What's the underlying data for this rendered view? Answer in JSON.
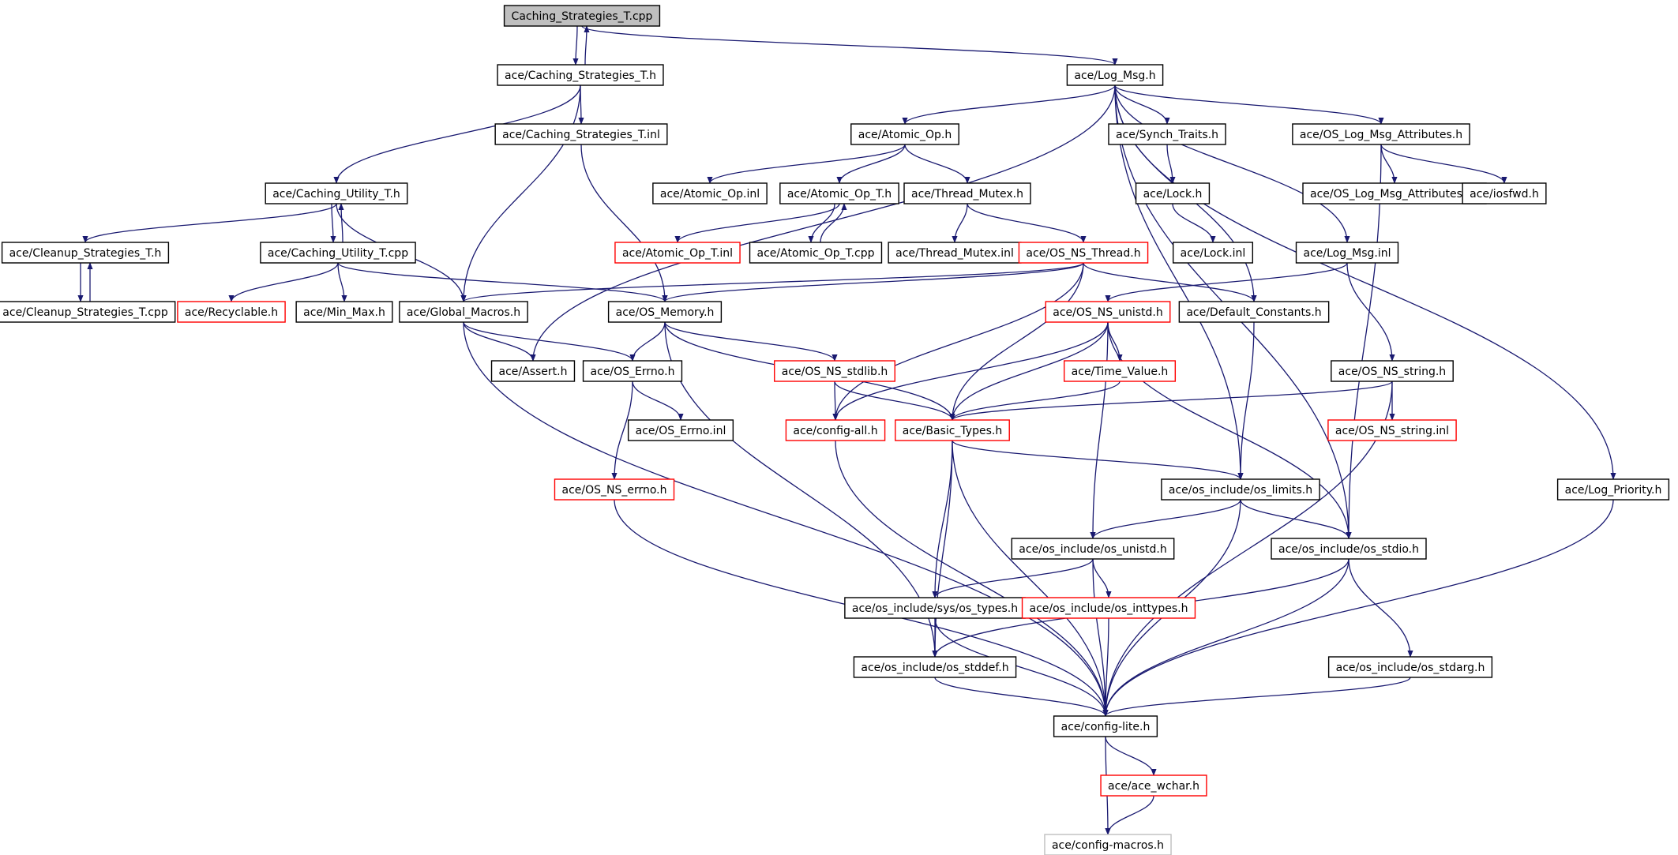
{
  "colors": {
    "edge": "#191970",
    "border_normal": "#000000",
    "border_truncated": "#ff0000",
    "border_leaf": "#bfbfbf",
    "fill_root": "#bfbfbf",
    "fill_normal": "#ffffff"
  },
  "nodes": [
    {
      "id": "n0",
      "label": "Caching_Strategies_T.cpp",
      "kind": "root"
    },
    {
      "id": "n1",
      "label": "ace/Caching_Strategies_T.h",
      "kind": "normal"
    },
    {
      "id": "n2",
      "label": "ace/Log_Msg.h",
      "kind": "normal"
    },
    {
      "id": "n3",
      "label": "ace/Caching_Strategies_T.inl",
      "kind": "normal"
    },
    {
      "id": "n4",
      "label": "ace/Atomic_Op.h",
      "kind": "normal"
    },
    {
      "id": "n5",
      "label": "ace/Synch_Traits.h",
      "kind": "normal"
    },
    {
      "id": "n6",
      "label": "ace/OS_Log_Msg_Attributes.h",
      "kind": "normal"
    },
    {
      "id": "n7",
      "label": "ace/Caching_Utility_T.h",
      "kind": "normal"
    },
    {
      "id": "n8",
      "label": "ace/Atomic_Op.inl",
      "kind": "normal"
    },
    {
      "id": "n9",
      "label": "ace/Atomic_Op_T.h",
      "kind": "normal"
    },
    {
      "id": "n10",
      "label": "ace/Thread_Mutex.h",
      "kind": "normal"
    },
    {
      "id": "n11",
      "label": "ace/Lock.h",
      "kind": "normal"
    },
    {
      "id": "n12",
      "label": "ace/OS_Log_Msg_Attributes.inl",
      "kind": "normal"
    },
    {
      "id": "n13",
      "label": "ace/iosfwd.h",
      "kind": "normal"
    },
    {
      "id": "n14",
      "label": "ace/Cleanup_Strategies_T.h",
      "kind": "normal"
    },
    {
      "id": "n15",
      "label": "ace/Caching_Utility_T.cpp",
      "kind": "normal"
    },
    {
      "id": "n16",
      "label": "ace/Atomic_Op_T.inl",
      "kind": "truncated"
    },
    {
      "id": "n17",
      "label": "ace/Atomic_Op_T.cpp",
      "kind": "normal"
    },
    {
      "id": "n18",
      "label": "ace/Thread_Mutex.inl",
      "kind": "normal"
    },
    {
      "id": "n19",
      "label": "ace/OS_NS_Thread.h",
      "kind": "truncated"
    },
    {
      "id": "n20",
      "label": "ace/Lock.inl",
      "kind": "normal"
    },
    {
      "id": "n21",
      "label": "ace/Log_Msg.inl",
      "kind": "normal"
    },
    {
      "id": "n22",
      "label": "ace/Cleanup_Strategies_T.cpp",
      "kind": "normal"
    },
    {
      "id": "n23",
      "label": "ace/Recyclable.h",
      "kind": "truncated"
    },
    {
      "id": "n24",
      "label": "ace/Min_Max.h",
      "kind": "normal"
    },
    {
      "id": "n25",
      "label": "ace/Global_Macros.h",
      "kind": "normal"
    },
    {
      "id": "n26",
      "label": "ace/OS_Memory.h",
      "kind": "normal"
    },
    {
      "id": "n27",
      "label": "ace/OS_NS_unistd.h",
      "kind": "truncated"
    },
    {
      "id": "n28",
      "label": "ace/Default_Constants.h",
      "kind": "normal"
    },
    {
      "id": "n29",
      "label": "ace/Assert.h",
      "kind": "normal"
    },
    {
      "id": "n30",
      "label": "ace/OS_Errno.h",
      "kind": "normal"
    },
    {
      "id": "n31",
      "label": "ace/OS_NS_stdlib.h",
      "kind": "truncated"
    },
    {
      "id": "n32",
      "label": "ace/Time_Value.h",
      "kind": "truncated"
    },
    {
      "id": "n33",
      "label": "ace/OS_NS_string.h",
      "kind": "normal"
    },
    {
      "id": "n34",
      "label": "ace/OS_Errno.inl",
      "kind": "normal"
    },
    {
      "id": "n35",
      "label": "ace/config-all.h",
      "kind": "truncated"
    },
    {
      "id": "n36",
      "label": "ace/Basic_Types.h",
      "kind": "truncated"
    },
    {
      "id": "n37",
      "label": "ace/OS_NS_string.inl",
      "kind": "truncated"
    },
    {
      "id": "n38",
      "label": "ace/OS_NS_errno.h",
      "kind": "truncated"
    },
    {
      "id": "n39",
      "label": "ace/os_include/os_limits.h",
      "kind": "normal"
    },
    {
      "id": "n40",
      "label": "ace/Log_Priority.h",
      "kind": "normal"
    },
    {
      "id": "n41",
      "label": "ace/os_include/os_unistd.h",
      "kind": "normal"
    },
    {
      "id": "n42",
      "label": "ace/os_include/os_stdio.h",
      "kind": "normal"
    },
    {
      "id": "n43",
      "label": "ace/os_include/sys/os_types.h",
      "kind": "normal"
    },
    {
      "id": "n44",
      "label": "ace/os_include/os_inttypes.h",
      "kind": "truncated"
    },
    {
      "id": "n45",
      "label": "ace/os_include/os_stddef.h",
      "kind": "normal"
    },
    {
      "id": "n46",
      "label": "ace/os_include/os_stdarg.h",
      "kind": "normal"
    },
    {
      "id": "n47",
      "label": "ace/config-lite.h",
      "kind": "normal"
    },
    {
      "id": "n48",
      "label": "ace/ace_wchar.h",
      "kind": "truncated"
    },
    {
      "id": "n49",
      "label": "ace/config-macros.h",
      "kind": "leaf"
    }
  ],
  "edges": [
    [
      "n0",
      "n1"
    ],
    [
      "n1",
      "n0"
    ],
    [
      "n0",
      "n2"
    ],
    [
      "n1",
      "n3"
    ],
    [
      "n1",
      "n7"
    ],
    [
      "n1",
      "n25"
    ],
    [
      "n2",
      "n4"
    ],
    [
      "n2",
      "n5"
    ],
    [
      "n2",
      "n6"
    ],
    [
      "n2",
      "n21"
    ],
    [
      "n2",
      "n28"
    ],
    [
      "n2",
      "n29"
    ],
    [
      "n2",
      "n39"
    ],
    [
      "n2",
      "n40"
    ],
    [
      "n2",
      "n42"
    ],
    [
      "n3",
      "n26"
    ],
    [
      "n4",
      "n8"
    ],
    [
      "n4",
      "n9"
    ],
    [
      "n4",
      "n10"
    ],
    [
      "n5",
      "n11"
    ],
    [
      "n6",
      "n12"
    ],
    [
      "n6",
      "n13"
    ],
    [
      "n6",
      "n42"
    ],
    [
      "n7",
      "n14"
    ],
    [
      "n7",
      "n15"
    ],
    [
      "n15",
      "n7"
    ],
    [
      "n7",
      "n25"
    ],
    [
      "n9",
      "n16"
    ],
    [
      "n9",
      "n17"
    ],
    [
      "n17",
      "n9"
    ],
    [
      "n10",
      "n18"
    ],
    [
      "n10",
      "n19"
    ],
    [
      "n11",
      "n20"
    ],
    [
      "n14",
      "n22"
    ],
    [
      "n22",
      "n14"
    ],
    [
      "n15",
      "n23"
    ],
    [
      "n15",
      "n24"
    ],
    [
      "n15",
      "n26"
    ],
    [
      "n19",
      "n25"
    ],
    [
      "n19",
      "n26"
    ],
    [
      "n19",
      "n28"
    ],
    [
      "n19",
      "n35"
    ],
    [
      "n19",
      "n36"
    ],
    [
      "n21",
      "n27"
    ],
    [
      "n21",
      "n33"
    ],
    [
      "n25",
      "n29"
    ],
    [
      "n25",
      "n30"
    ],
    [
      "n25",
      "n47"
    ],
    [
      "n26",
      "n30"
    ],
    [
      "n26",
      "n31"
    ],
    [
      "n26",
      "n36"
    ],
    [
      "n26",
      "n45"
    ],
    [
      "n27",
      "n32"
    ],
    [
      "n27",
      "n35"
    ],
    [
      "n27",
      "n36"
    ],
    [
      "n27",
      "n41"
    ],
    [
      "n27",
      "n42"
    ],
    [
      "n28",
      "n39"
    ],
    [
      "n30",
      "n34"
    ],
    [
      "n30",
      "n38"
    ],
    [
      "n31",
      "n35"
    ],
    [
      "n31",
      "n36"
    ],
    [
      "n32",
      "n36"
    ],
    [
      "n33",
      "n36"
    ],
    [
      "n33",
      "n37"
    ],
    [
      "n33",
      "n47"
    ],
    [
      "n35",
      "n47"
    ],
    [
      "n36",
      "n39"
    ],
    [
      "n36",
      "n43"
    ],
    [
      "n36",
      "n45"
    ],
    [
      "n36",
      "n47"
    ],
    [
      "n38",
      "n47"
    ],
    [
      "n39",
      "n41"
    ],
    [
      "n39",
      "n42"
    ],
    [
      "n39",
      "n47"
    ],
    [
      "n40",
      "n47"
    ],
    [
      "n41",
      "n43"
    ],
    [
      "n41",
      "n44"
    ],
    [
      "n41",
      "n47"
    ],
    [
      "n42",
      "n45"
    ],
    [
      "n42",
      "n46"
    ],
    [
      "n42",
      "n47"
    ],
    [
      "n43",
      "n45"
    ],
    [
      "n43",
      "n47"
    ],
    [
      "n44",
      "n47"
    ],
    [
      "n45",
      "n47"
    ],
    [
      "n46",
      "n47"
    ],
    [
      "n47",
      "n48"
    ],
    [
      "n47",
      "n49"
    ],
    [
      "n48",
      "n49"
    ]
  ]
}
